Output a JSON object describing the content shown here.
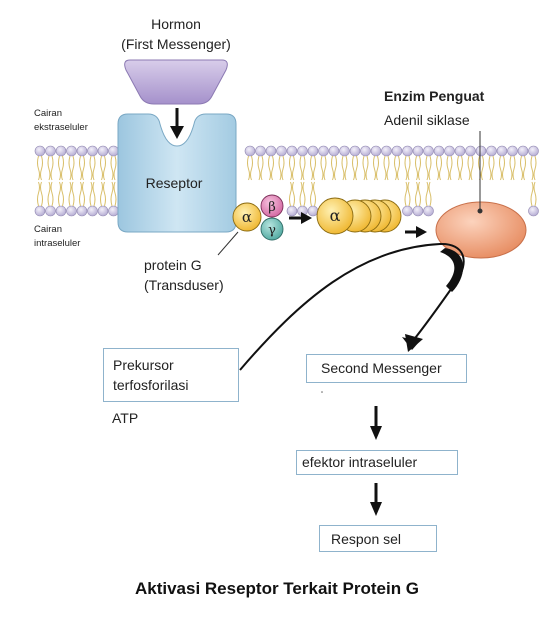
{
  "hormone": {
    "line1": "Hormon",
    "line2": "(First Messenger)"
  },
  "compartments": {
    "extracellular_line1": "Cairan",
    "extracellular_line2": "ekstraseluler",
    "intracellular_line1": "Cairan",
    "intracellular_line2": "intraseluler"
  },
  "receptor": {
    "label": "Reseptor"
  },
  "g_protein": {
    "alpha": "α",
    "beta": "β",
    "gamma": "γ",
    "label_line1": "protein G",
    "label_line2": "(Transduser)"
  },
  "enzyme": {
    "title": "Enzim Penguat",
    "name": "Adenil siklase"
  },
  "boxes": {
    "precursor_line1": "Prekursor",
    "precursor_line2": "terfosforilasi",
    "atp": "ATP",
    "second_messenger": "Second Messenger",
    "effector": "efektor intraseluler",
    "response": "Respon sel"
  },
  "title": "Aktivasi Reseptor Terkait Protein G",
  "colors": {
    "hormone": "#b6a6d6",
    "receptor": "#b9d9ec",
    "alpha": "#f8cd4e",
    "beta": "#e184b9",
    "gamma": "#6fbfb7",
    "enzyme": "#f2a07c",
    "membrane_head": "#c9c2e0",
    "membrane_tail": "#e3cc80",
    "box_border": "#8fb3cc"
  }
}
